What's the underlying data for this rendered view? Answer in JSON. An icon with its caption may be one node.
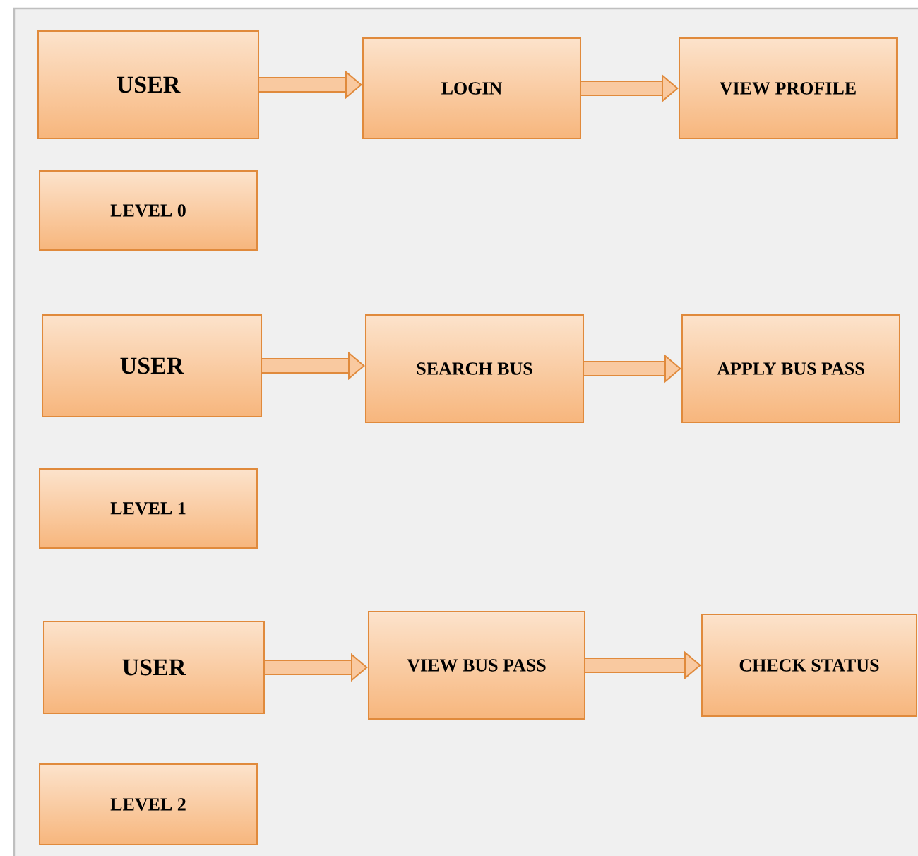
{
  "diagram": {
    "nodes": [
      {
        "text": [
          "USER"
        ]
      },
      {
        "text": [
          "LOGIN"
        ]
      },
      {
        "text": [
          "VIEW PROFILE"
        ]
      },
      {
        "text": [
          "LEVEL 0"
        ]
      },
      {
        "text": [
          "USER"
        ]
      },
      {
        "text": [
          "SEARCH BUS"
        ]
      },
      {
        "text": [
          "APPLY BUS PASS"
        ]
      },
      {
        "text": [
          "LEVEL 1"
        ]
      },
      {
        "text": [
          "USER"
        ]
      },
      {
        "text": [
          "VIEW  BUS PASS"
        ]
      },
      {
        "text": [
          "CHECK STATUS"
        ]
      },
      {
        "text": [
          "LEVEL 2"
        ]
      }
    ],
    "edges": [
      {
        "from": 0,
        "to": 1,
        "arrow": "to"
      },
      {
        "from": 1,
        "to": 2,
        "arrow": "to"
      },
      {
        "from": 4,
        "to": 5,
        "arrow": "to"
      },
      {
        "from": 5,
        "to": 6,
        "arrow": "to"
      },
      {
        "from": 8,
        "to": 9,
        "arrow": "to"
      },
      {
        "from": 9,
        "to": 10,
        "arrow": "to"
      }
    ]
  }
}
